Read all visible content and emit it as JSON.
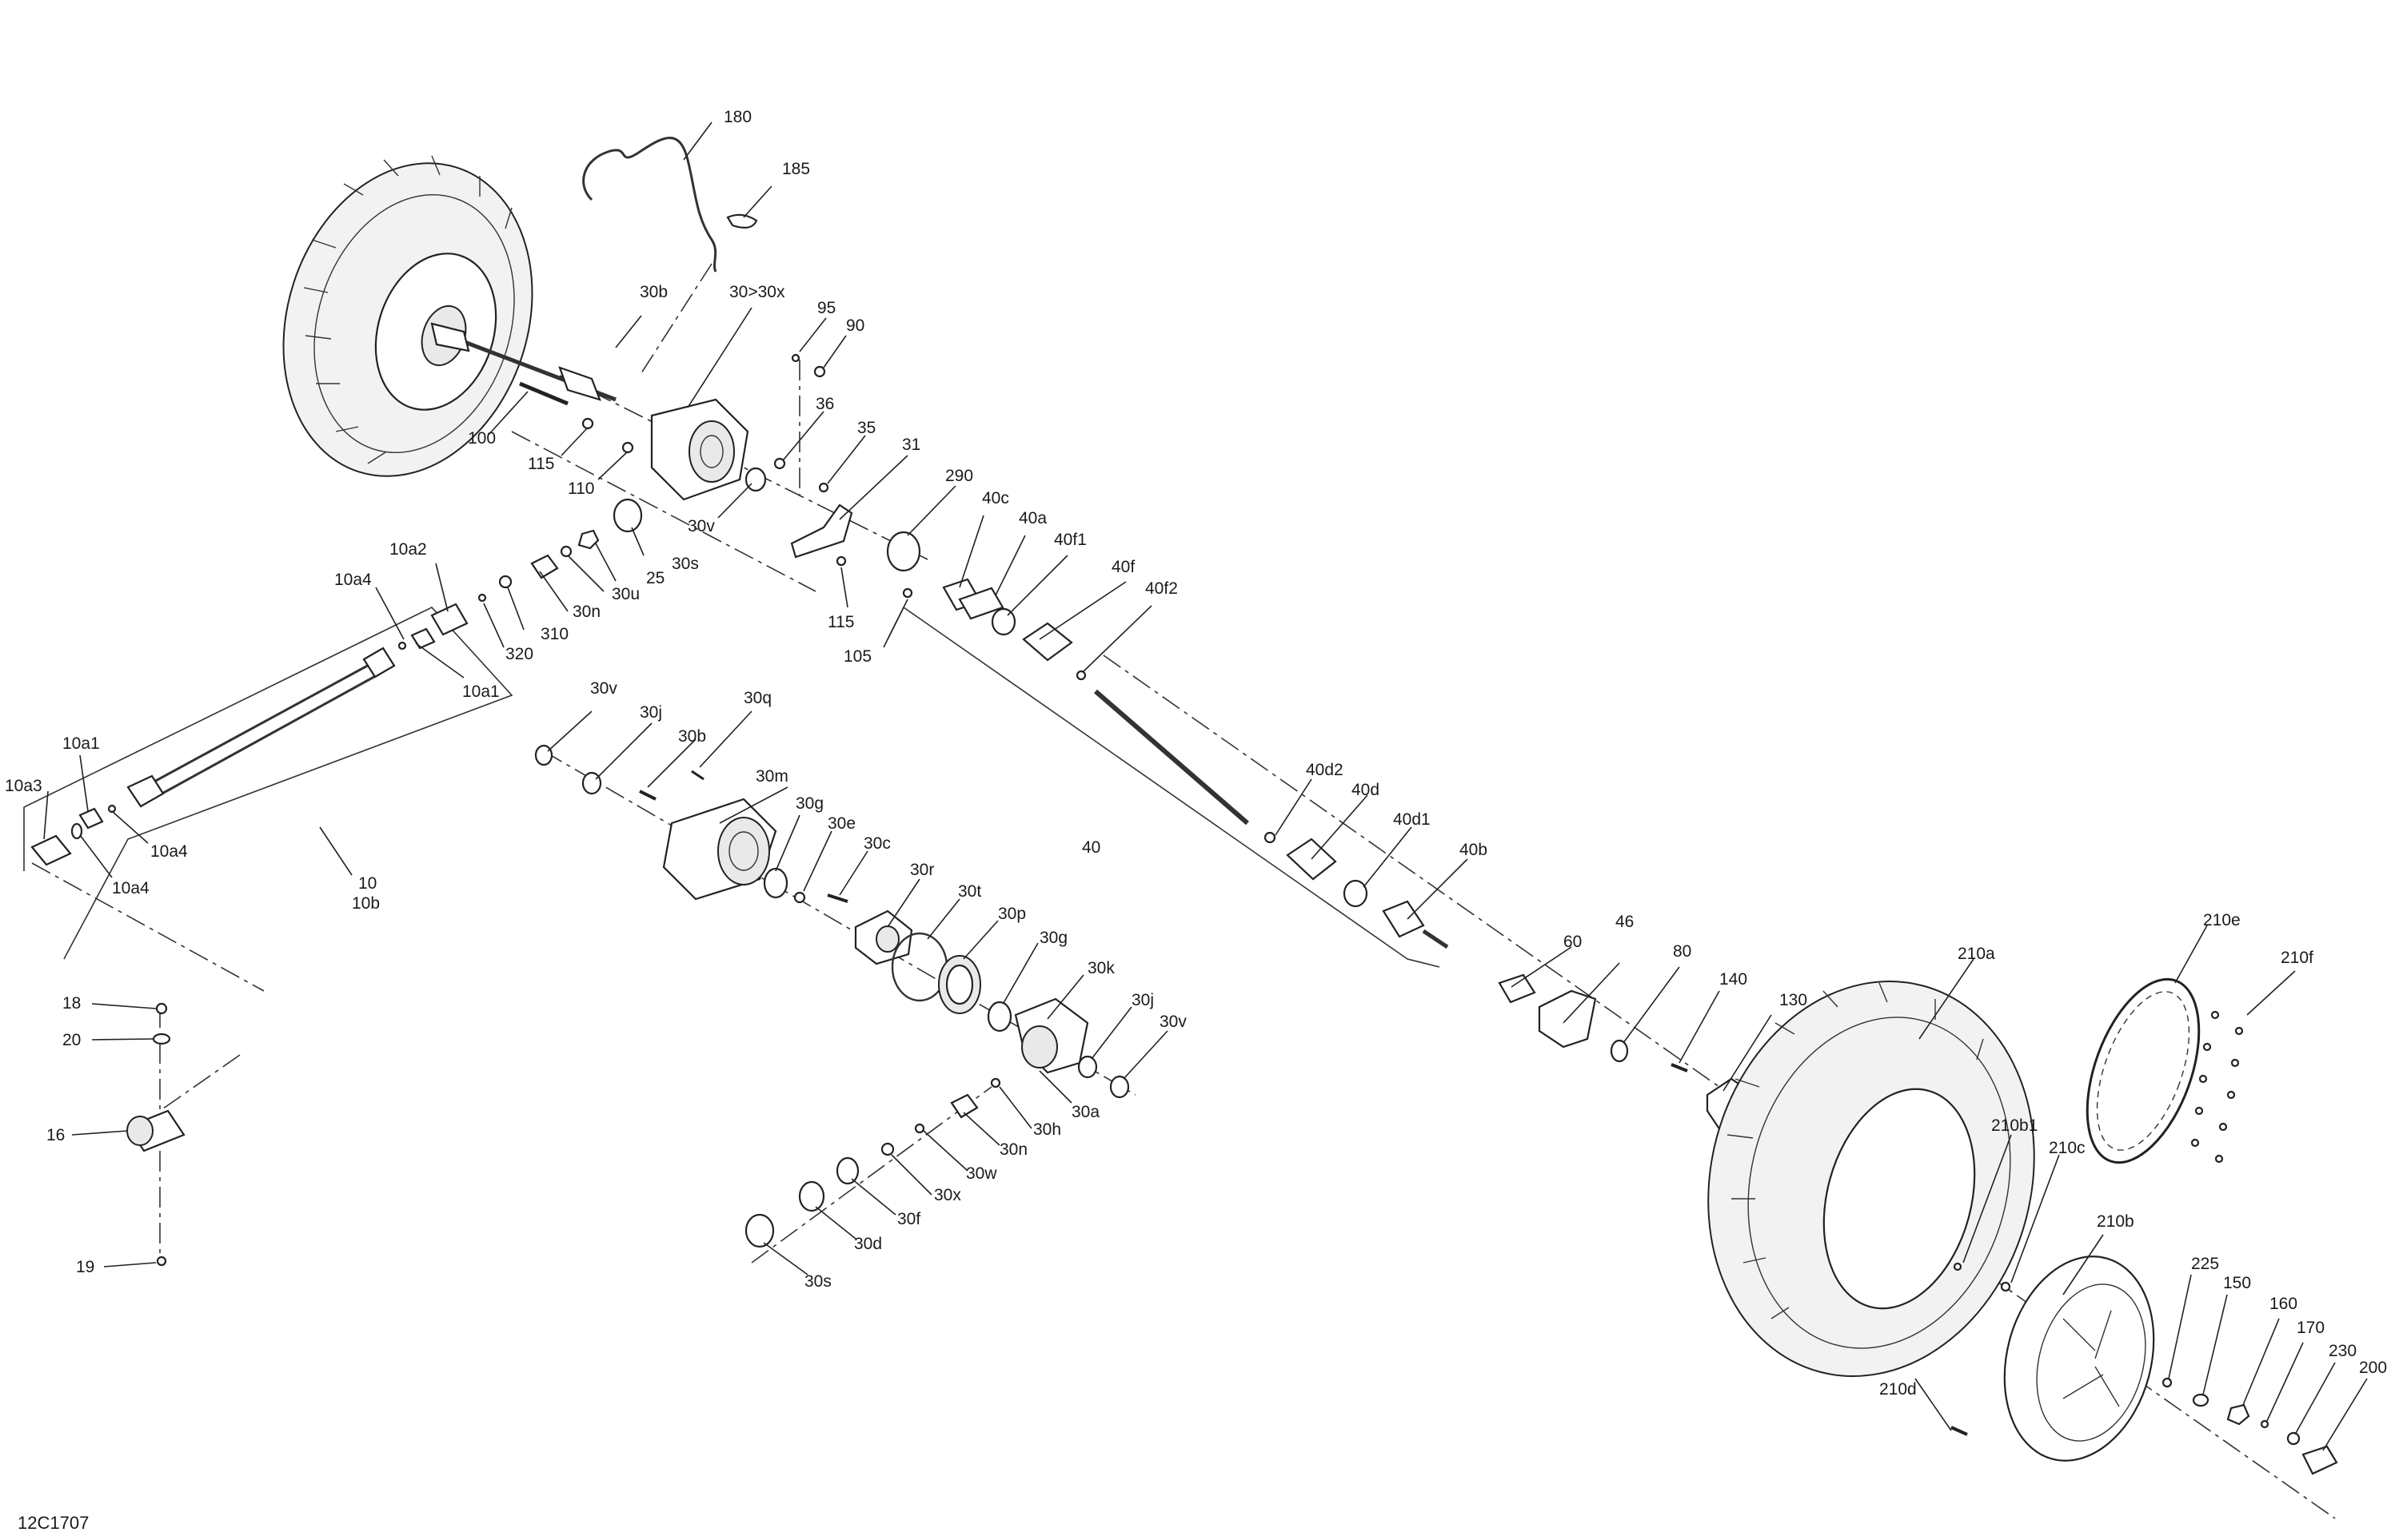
{
  "diagram": {
    "ref_code": "12C1707",
    "callouts": [
      {
        "id": "180",
        "text": "180"
      },
      {
        "id": "185",
        "text": "185"
      },
      {
        "id": "30b_top",
        "text": "30b"
      },
      {
        "id": "30_30x",
        "text": "30>30x"
      },
      {
        "id": "95",
        "text": "95"
      },
      {
        "id": "90",
        "text": "90"
      },
      {
        "id": "100",
        "text": "100"
      },
      {
        "id": "115_a",
        "text": "115"
      },
      {
        "id": "110",
        "text": "110"
      },
      {
        "id": "36",
        "text": "36"
      },
      {
        "id": "35",
        "text": "35"
      },
      {
        "id": "31",
        "text": "31"
      },
      {
        "id": "290",
        "text": "290"
      },
      {
        "id": "30v_a",
        "text": "30v"
      },
      {
        "id": "10a2",
        "text": "10a2"
      },
      {
        "id": "10a4_a",
        "text": "10a4"
      },
      {
        "id": "25",
        "text": "25"
      },
      {
        "id": "30s_a",
        "text": "30s"
      },
      {
        "id": "30u",
        "text": "30u"
      },
      {
        "id": "30n_a",
        "text": "30n"
      },
      {
        "id": "310",
        "text": "310"
      },
      {
        "id": "320",
        "text": "320"
      },
      {
        "id": "10a1_a",
        "text": "10a1"
      },
      {
        "id": "115_b",
        "text": "115"
      },
      {
        "id": "105",
        "text": "105"
      },
      {
        "id": "40c",
        "text": "40c"
      },
      {
        "id": "40a",
        "text": "40a"
      },
      {
        "id": "40f1",
        "text": "40f1"
      },
      {
        "id": "40f",
        "text": "40f"
      },
      {
        "id": "40f2",
        "text": "40f2"
      },
      {
        "id": "10a1_b",
        "text": "10a1"
      },
      {
        "id": "10a3",
        "text": "10a3"
      },
      {
        "id": "10a4_b",
        "text": "10a4"
      },
      {
        "id": "10a4_c",
        "text": "10a4"
      },
      {
        "id": "10",
        "text": "10"
      },
      {
        "id": "10b",
        "text": "10b"
      },
      {
        "id": "30v_b",
        "text": "30v"
      },
      {
        "id": "30j_a",
        "text": "30j"
      },
      {
        "id": "30b_mid",
        "text": "30b"
      },
      {
        "id": "30q",
        "text": "30q"
      },
      {
        "id": "30m",
        "text": "30m"
      },
      {
        "id": "30g_a",
        "text": "30g"
      },
      {
        "id": "30e",
        "text": "30e"
      },
      {
        "id": "30c",
        "text": "30c"
      },
      {
        "id": "30r",
        "text": "30r"
      },
      {
        "id": "30t",
        "text": "30t"
      },
      {
        "id": "30p",
        "text": "30p"
      },
      {
        "id": "30g_b",
        "text": "30g"
      },
      {
        "id": "30k",
        "text": "30k"
      },
      {
        "id": "30j_b",
        "text": "30j"
      },
      {
        "id": "30v_c",
        "text": "30v"
      },
      {
        "id": "30a",
        "text": "30a"
      },
      {
        "id": "30h",
        "text": "30h"
      },
      {
        "id": "30n_b",
        "text": "30n"
      },
      {
        "id": "30w",
        "text": "30w"
      },
      {
        "id": "30x",
        "text": "30x"
      },
      {
        "id": "30f",
        "text": "30f"
      },
      {
        "id": "30d",
        "text": "30d"
      },
      {
        "id": "30s_b",
        "text": "30s"
      },
      {
        "id": "18",
        "text": "18"
      },
      {
        "id": "20",
        "text": "20"
      },
      {
        "id": "16",
        "text": "16"
      },
      {
        "id": "19",
        "text": "19"
      },
      {
        "id": "40d2",
        "text": "40d2"
      },
      {
        "id": "40d",
        "text": "40d"
      },
      {
        "id": "40d1",
        "text": "40d1"
      },
      {
        "id": "40b",
        "text": "40b"
      },
      {
        "id": "40",
        "text": "40"
      },
      {
        "id": "60",
        "text": "60"
      },
      {
        "id": "46",
        "text": "46"
      },
      {
        "id": "80",
        "text": "80"
      },
      {
        "id": "140",
        "text": "140"
      },
      {
        "id": "130",
        "text": "130"
      },
      {
        "id": "210a",
        "text": "210a"
      },
      {
        "id": "210e",
        "text": "210e"
      },
      {
        "id": "210f",
        "text": "210f"
      },
      {
        "id": "210b1",
        "text": "210b1"
      },
      {
        "id": "210c",
        "text": "210c"
      },
      {
        "id": "210b",
        "text": "210b"
      },
      {
        "id": "225",
        "text": "225"
      },
      {
        "id": "150",
        "text": "150"
      },
      {
        "id": "160",
        "text": "160"
      },
      {
        "id": "170",
        "text": "170"
      },
      {
        "id": "230",
        "text": "230"
      },
      {
        "id": "200",
        "text": "200"
      },
      {
        "id": "210d",
        "text": "210d"
      }
    ]
  }
}
